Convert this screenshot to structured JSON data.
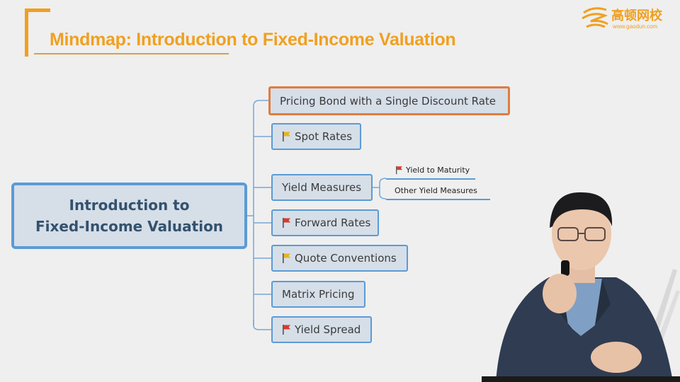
{
  "title": "Mindmap: Introduction to Fixed-Income Valuation",
  "logo": {
    "name": "高顿网校",
    "url": "www.gaodun.com",
    "icon": "gaodun-logo-icon"
  },
  "central_topic": {
    "line1": "Introduction to",
    "line2": "Fixed-Income Valuation"
  },
  "colors": {
    "accent": "#f0a020",
    "node_border": "#5b9bd5",
    "node_fill": "#d6dee8",
    "highlight_border": "#e07c3e",
    "flag_yellow": "#e6b422",
    "flag_red": "#d63a2e"
  },
  "branches": [
    {
      "label": "Pricing Bond with a Single Discount Rate",
      "flag": "none",
      "highlighted": true
    },
    {
      "label": "Spot Rates",
      "flag": "yellow"
    },
    {
      "label": "Yield Measures",
      "flag": "none",
      "children": [
        {
          "label": "Yield to Maturity",
          "flag": "red"
        },
        {
          "label": "Other Yield Measures",
          "flag": "none"
        }
      ]
    },
    {
      "label": "Forward Rates",
      "flag": "red"
    },
    {
      "label": "Quote Conventions",
      "flag": "yellow"
    },
    {
      "label": "Matrix Pricing",
      "flag": "none"
    },
    {
      "label": "Yield Spread",
      "flag": "red"
    }
  ]
}
